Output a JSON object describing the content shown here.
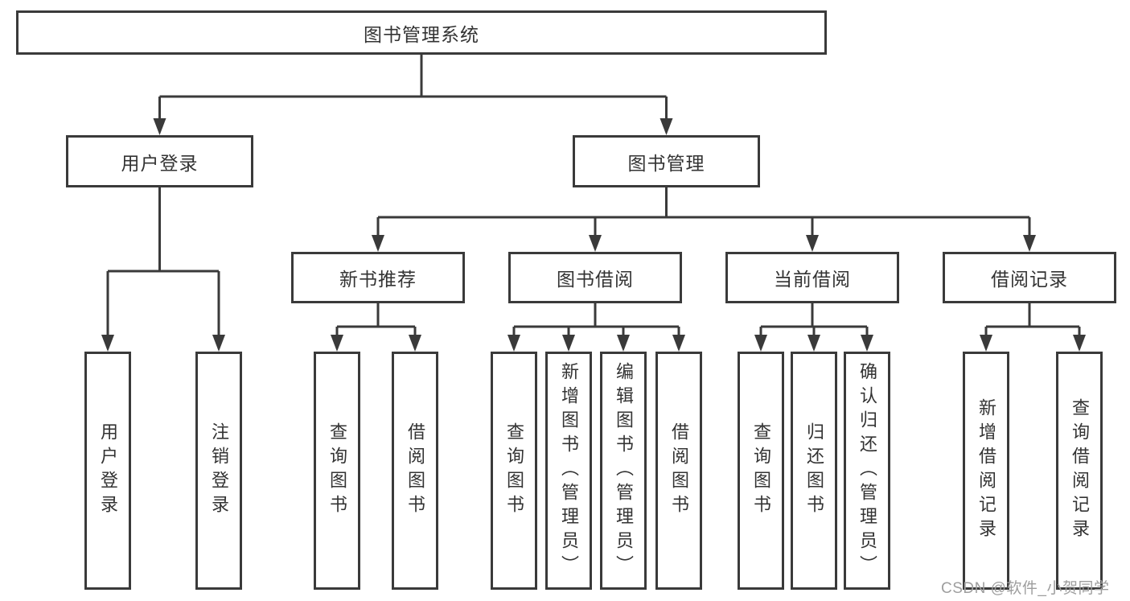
{
  "tree": {
    "root": {
      "label": "图书管理系统",
      "children": [
        {
          "label": "用户登录",
          "children": [
            {
              "label": "用户登录"
            },
            {
              "label": "注销登录"
            }
          ]
        },
        {
          "label": "图书管理",
          "children": [
            {
              "label": "新书推荐",
              "children": [
                {
                  "label": "查询图书"
                },
                {
                  "label": "借阅图书"
                }
              ]
            },
            {
              "label": "图书借阅",
              "children": [
                {
                  "label": "查询图书"
                },
                {
                  "label": "新增图书（管理员）"
                },
                {
                  "label": "编辑图书（管理员）"
                },
                {
                  "label": "借阅图书"
                }
              ]
            },
            {
              "label": "当前借阅",
              "children": [
                {
                  "label": "查询图书"
                },
                {
                  "label": "归还图书"
                },
                {
                  "label": "确认归还（管理员）"
                }
              ]
            },
            {
              "label": "借阅记录",
              "children": [
                {
                  "label": "新增借阅记录"
                },
                {
                  "label": "查询借阅记录"
                }
              ]
            }
          ]
        }
      ]
    }
  },
  "watermark": {
    "text": "CSDN @软件_小贺同学"
  },
  "colors": {
    "line": "#3a3a3a",
    "node_border": "#3a3a3a",
    "node_text": "#333333",
    "watermark": "#9e9e9e",
    "background": "#ffffff"
  }
}
